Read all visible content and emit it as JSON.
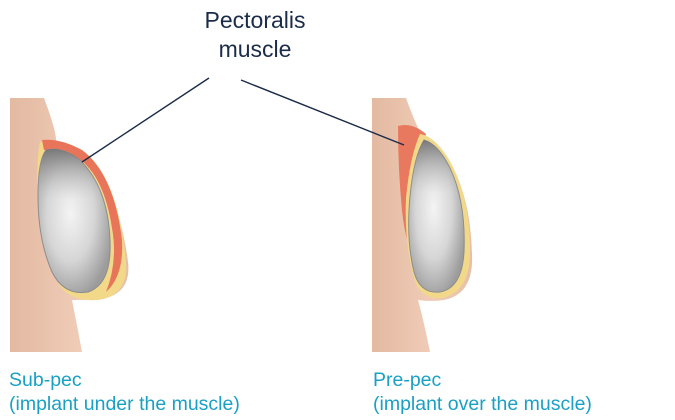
{
  "label": {
    "line1": "Pectoralis",
    "line2": "muscle"
  },
  "left_panel": {
    "caption_line1": "Sub-pec",
    "caption_line2": "(implant under the muscle)"
  },
  "right_panel": {
    "caption_line1": "Pre-pec",
    "caption_line2": "(implant over the muscle)"
  },
  "colors": {
    "label_text": "#1b2b4a",
    "caption_text": "#1aa0c4",
    "skin": "#e7bfa8",
    "muscle": "#e8745a",
    "fat_layer": "#f2d98a",
    "implant": "#cfcfcf",
    "leader_line": "#1b2b4a"
  }
}
